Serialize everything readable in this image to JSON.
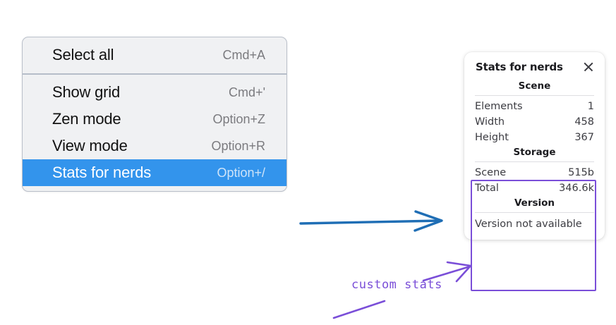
{
  "context_menu": {
    "groups": [
      {
        "items": [
          {
            "label": "Select all",
            "shortcut": "Cmd+A",
            "selected": false
          }
        ]
      },
      {
        "items": [
          {
            "label": "Show grid",
            "shortcut": "Cmd+'",
            "selected": false
          },
          {
            "label": "Zen mode",
            "shortcut": "Option+Z",
            "selected": false
          },
          {
            "label": "View mode",
            "shortcut": "Option+R",
            "selected": false
          },
          {
            "label": "Stats for nerds",
            "shortcut": "Option+/",
            "selected": true
          }
        ]
      }
    ],
    "highlight_color": "#3394ec"
  },
  "stats_panel": {
    "title": "Stats for nerds",
    "close_icon": "close-icon",
    "sections": [
      {
        "heading": "Scene",
        "rows": [
          {
            "key": "Elements",
            "value": "1"
          },
          {
            "key": "Width",
            "value": "458"
          },
          {
            "key": "Height",
            "value": "367"
          }
        ]
      },
      {
        "heading": "Storage",
        "rows": [
          {
            "key": "Scene",
            "value": "515b"
          },
          {
            "key": "Total",
            "value": "346.6k"
          }
        ]
      },
      {
        "heading": "Version",
        "note": "Version not available"
      }
    ]
  },
  "annotations": {
    "callout_text": "custom stats",
    "callout_color": "#7a4ed8",
    "arrow_color": "#1f6eb5",
    "highlight_box_color": "#7a4ed8"
  }
}
